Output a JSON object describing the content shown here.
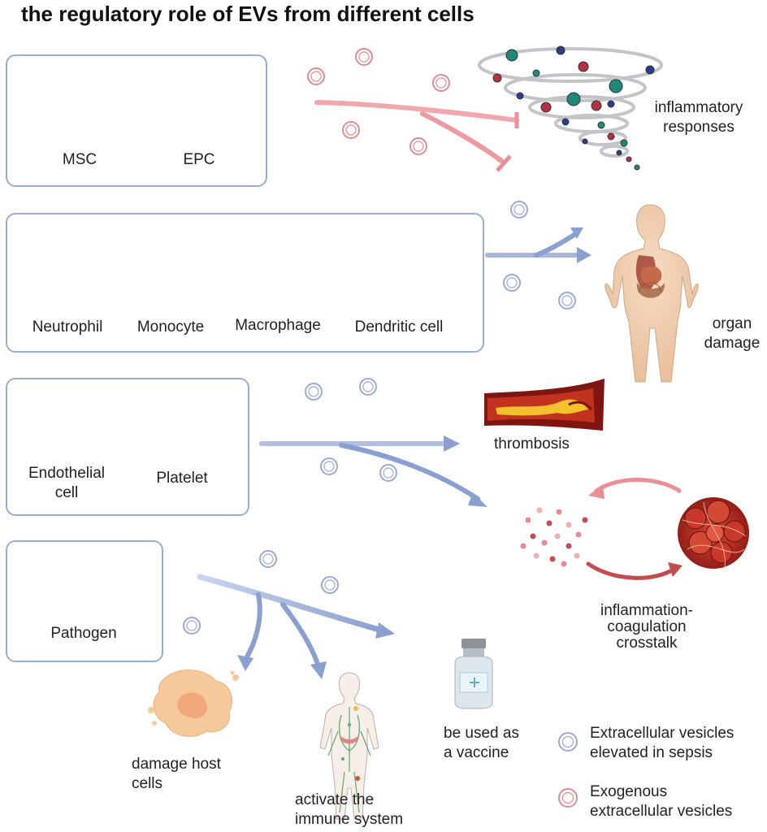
{
  "title": "the regulatory role of EVs from different cells",
  "groups": {
    "stem": [
      "MSC",
      "EPC"
    ],
    "immune": [
      "Neutrophil",
      "Monocyte",
      "Macrophage",
      "Dendritic cell"
    ],
    "vascular": [
      "Endothelial",
      "cell",
      "Platelet"
    ],
    "pathogen": [
      "Pathogen"
    ]
  },
  "outcomes": {
    "inflammatory": [
      "inflammatory",
      "responses"
    ],
    "organ": [
      "organ",
      "damage"
    ],
    "thrombosis": "thrombosis",
    "crosstalk": [
      "inflammation-",
      "coagulation",
      "crosstalk"
    ],
    "damage_host": [
      "damage host",
      "cells"
    ],
    "immune_activation": [
      "activate the",
      "immune system"
    ],
    "vaccine": [
      "be used as",
      "a vaccine"
    ]
  },
  "legend": {
    "sepsis_evs": [
      "Extracellular vesicles",
      "elevated in sepsis"
    ],
    "exogenous_evs": [
      "Exogenous",
      "extracellular vesicles"
    ]
  },
  "colors": {
    "box_border": "#97aed3",
    "blue_arrow": "#8aa0d0",
    "red_arrow": "#ec8e95",
    "blue_vesicle": "#98aad8",
    "red_vesicle": "#e58a90"
  }
}
